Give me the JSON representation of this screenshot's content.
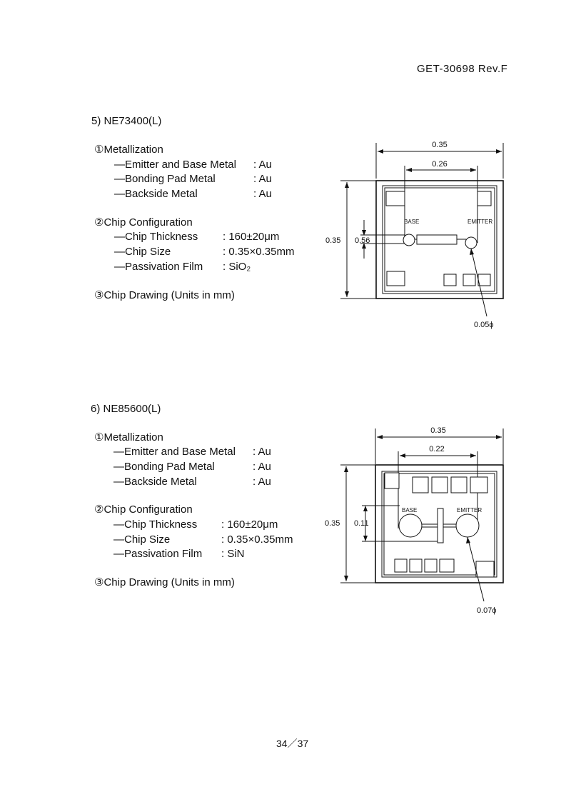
{
  "header": {
    "doc_id": "GET-30698 Rev.F"
  },
  "sections": [
    {
      "title": "5)  NE73400(L)",
      "metallization": {
        "heading": "①Metallization",
        "items": [
          {
            "label": "—Emitter and Base Metal",
            "value": ": Au"
          },
          {
            "label": "—Bonding Pad Metal",
            "value": ": Au"
          },
          {
            "label": "—Backside Metal",
            "value": ": Au"
          }
        ]
      },
      "configuration": {
        "heading": "②Chip Configuration",
        "items": [
          {
            "label": "—Chip Thickness",
            "value": ": 160±20μm"
          },
          {
            "label": "—Chip Size",
            "value": ": 0.35×0.35mm"
          },
          {
            "label": "—Passivation Film",
            "value": ": SiO₂"
          }
        ]
      },
      "drawing": {
        "heading": "③Chip Drawing (Units in mm)",
        "dim_width": "0.35",
        "dim_inner": "0.26",
        "dim_height": "0.35",
        "dim_pitch": "0.56",
        "label_base": "BASE",
        "label_emitter": "EMITTER",
        "dim_diameter": "0.05ϕ"
      }
    },
    {
      "title": "6)  NE85600(L)",
      "metallization": {
        "heading": "①Metallization",
        "items": [
          {
            "label": "—Emitter and Base Metal",
            "value": ": Au"
          },
          {
            "label": "—Bonding Pad Metal",
            "value": ": Au"
          },
          {
            "label": "—Backside Metal",
            "value": ": Au"
          }
        ]
      },
      "configuration": {
        "heading": "②Chip Configuration",
        "items": [
          {
            "label": "—Chip Thickness",
            "value": ": 160±20μm"
          },
          {
            "label": "—Chip Size",
            "value": ": 0.35×0.35mm"
          },
          {
            "label": "—Passivation Film",
            "value": ": SiN"
          }
        ]
      },
      "drawing": {
        "heading": "③Chip Drawing (Units in mm)",
        "dim_width": "0.35",
        "dim_inner": "0.22",
        "dim_height": "0.35",
        "dim_pitch": "0.11",
        "label_base": "BASE",
        "label_emitter": "EMITTER",
        "dim_diameter": "0.07ϕ"
      }
    }
  ],
  "footer": {
    "page_number": "34／37"
  }
}
